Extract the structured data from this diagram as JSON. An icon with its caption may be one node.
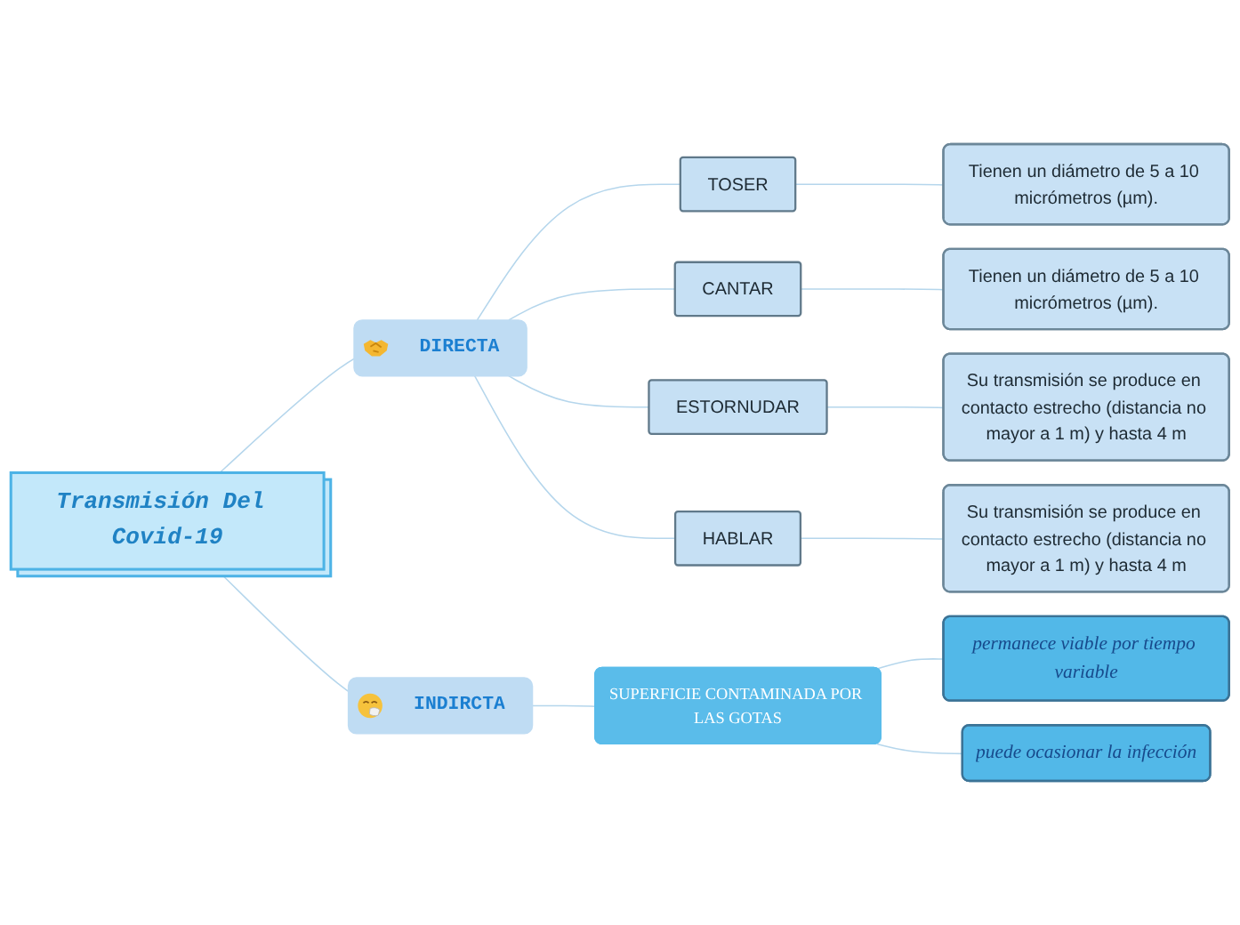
{
  "diagram": {
    "nodes": [
      {
        "text": [
          "Transmisión Del Covid-19"
        ]
      },
      {
        "text": [
          "DIRECTA"
        ]
      },
      {
        "text": [
          "TOSER"
        ]
      },
      {
        "text": [
          "Tienen un diámetro de 5 a 10 micrómetros (µm)."
        ]
      },
      {
        "text": [
          "CANTAR"
        ]
      },
      {
        "text": [
          "Tienen un diámetro de 5 a 10 micrómetros (µm)."
        ]
      },
      {
        "text": [
          "ESTORNUDAR"
        ]
      },
      {
        "text": [
          "Su transmisión se produce en contacto estrecho (distancia no mayor a 1 m) y hasta 4 m"
        ]
      },
      {
        "text": [
          "HABLAR"
        ]
      },
      {
        "text": [
          "Su transmisión se produce en contacto estrecho (distancia no mayor a 1 m) y hasta 4 m"
        ]
      },
      {
        "text": [
          "INDIRCTA"
        ]
      },
      {
        "text": [
          "SUPERFICIE CONTAMINADA POR LAS GOTAS"
        ]
      },
      {
        "text": [
          "permanece viable por tiempo variable"
        ]
      },
      {
        "text": [
          "puede ocasionar la infección"
        ]
      }
    ],
    "edges": [
      {
        "from": 0,
        "to": 1,
        "arrow": "none"
      },
      {
        "from": 1,
        "to": 2,
        "arrow": "none"
      },
      {
        "from": 2,
        "to": 3,
        "arrow": "none"
      },
      {
        "from": 1,
        "to": 4,
        "arrow": "none"
      },
      {
        "from": 4,
        "to": 5,
        "arrow": "none"
      },
      {
        "from": 1,
        "to": 6,
        "arrow": "none"
      },
      {
        "from": 6,
        "to": 7,
        "arrow": "none"
      },
      {
        "from": 1,
        "to": 8,
        "arrow": "none"
      },
      {
        "from": 8,
        "to": 9,
        "arrow": "none"
      },
      {
        "from": 0,
        "to": 10,
        "arrow": "none"
      },
      {
        "from": 10,
        "to": 11,
        "arrow": "none"
      },
      {
        "from": 11,
        "to": 12,
        "arrow": "none"
      },
      {
        "from": 11,
        "to": 13,
        "arrow": "none"
      }
    ]
  }
}
